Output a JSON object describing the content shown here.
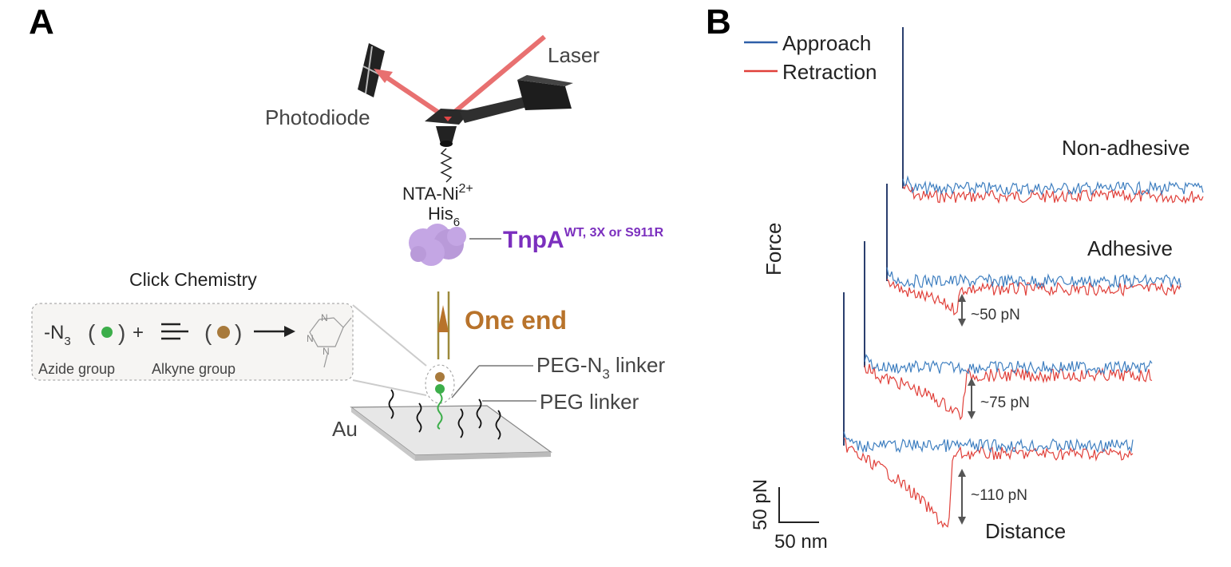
{
  "panel_a": {
    "letter": "A",
    "laser": "Laser",
    "photodiode": "Photodiode",
    "nta": "NTA-Ni",
    "nta_sup": "2+",
    "his": "His",
    "his_sub": "6",
    "protein": "TnpA",
    "protein_sup": "WT, 3X or S911R",
    "protein_color": "#7b2fbe",
    "one_end": "One end",
    "one_end_color": "#b8732b",
    "click_title": "Click Chemistry",
    "azide_formula": "-N",
    "azide_sub": "3",
    "plus": "+",
    "azide_label": "Azide group",
    "alkyne_label": "Alkyne group",
    "triazole_n1": "N",
    "triazole_n2": "N",
    "triazole_n3": "N",
    "peg_n3": "PEG-N",
    "peg_n3_sub": "3",
    "peg_n3_suffix": " linker",
    "peg": "PEG linker",
    "au": "Au"
  },
  "panel_b": {
    "letter": "B",
    "legend": [
      {
        "label": "Approach",
        "color": "#2e5fa8"
      },
      {
        "label": "Retraction",
        "color": "#e0403a"
      }
    ],
    "ylabel": "Force",
    "xlabel": "Distance",
    "scale_y": "50 pN",
    "scale_x": "50 nm",
    "traces": [
      {
        "label": "Non-adhesive",
        "adhesion": null
      },
      {
        "label": "Adhesive",
        "adhesion": "~50 pN"
      },
      {
        "label": "",
        "adhesion": "~75 pN"
      },
      {
        "label": "",
        "adhesion": "~110 pN"
      }
    ]
  }
}
